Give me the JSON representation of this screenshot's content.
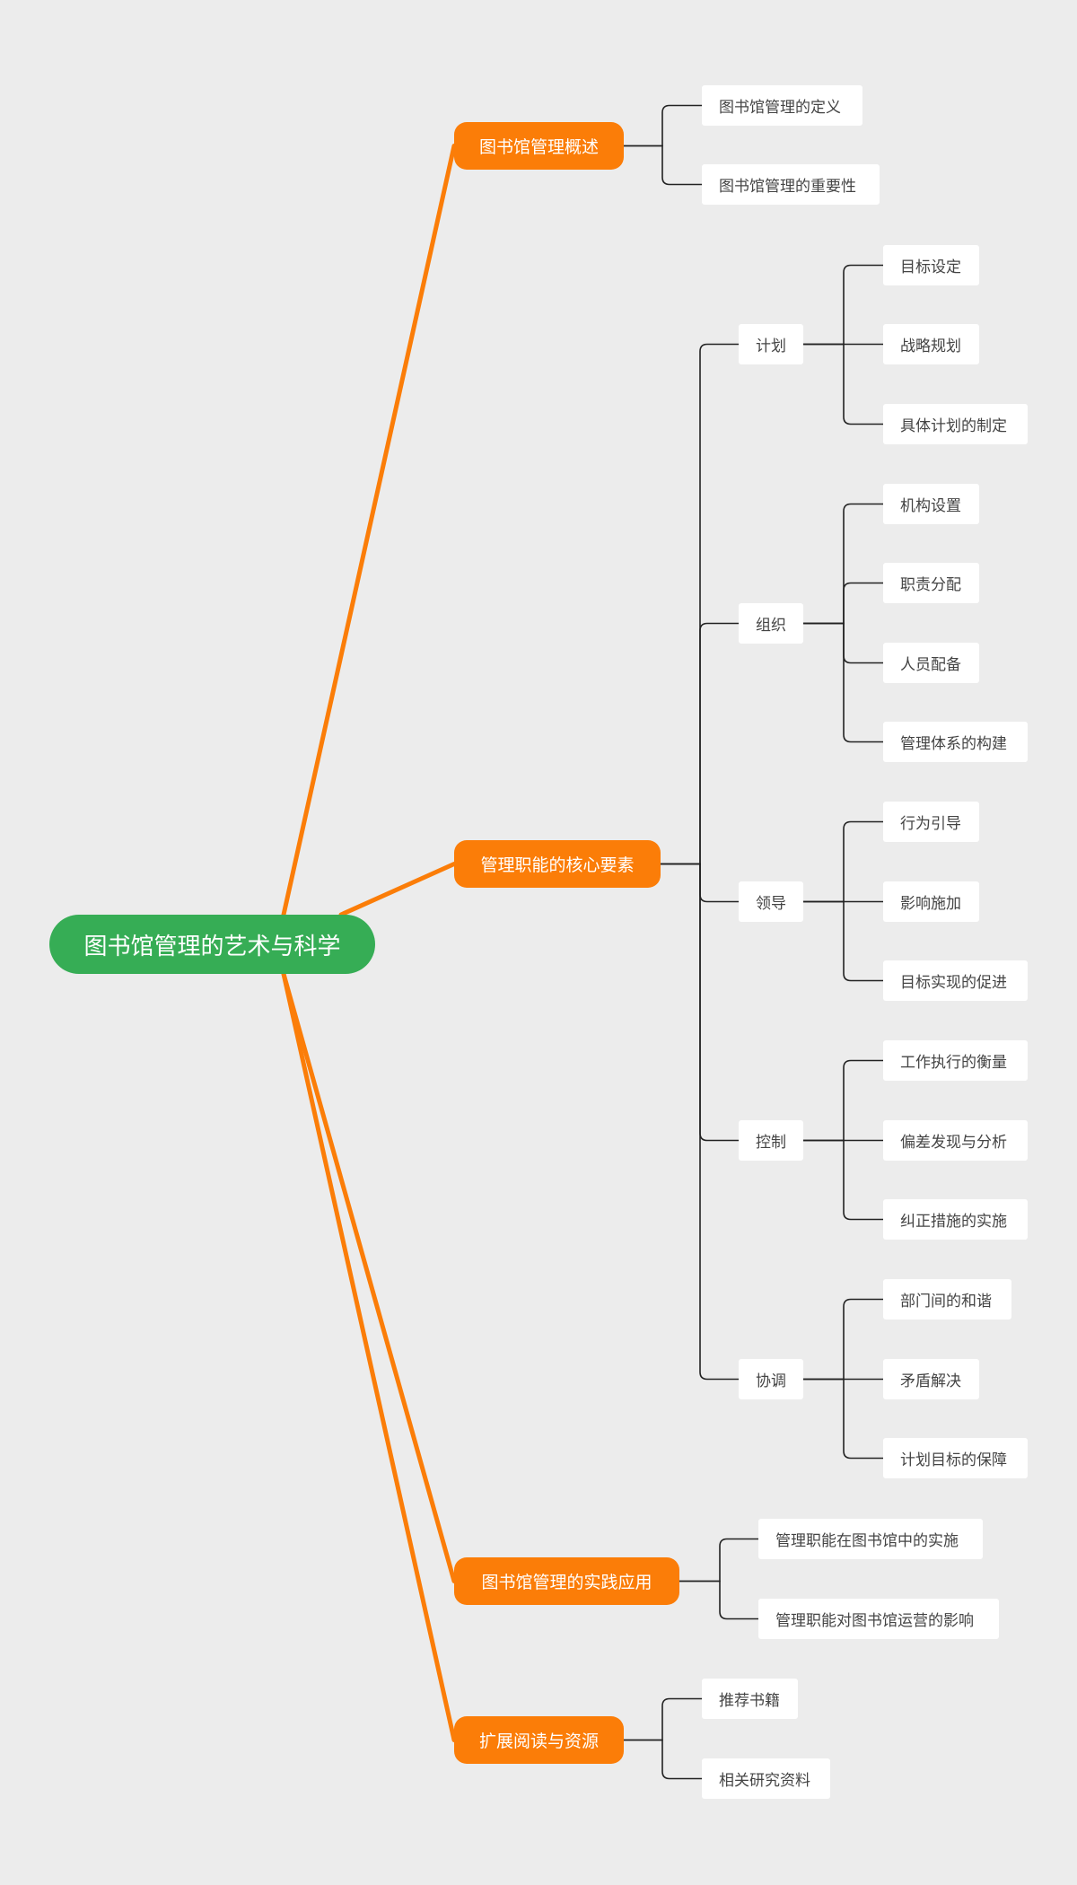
{
  "root": {
    "label": "图书馆管理的艺术与科学",
    "color": "#36ad55"
  },
  "colors": {
    "background": "#ececec",
    "branch": "#fb7d08",
    "connector": "#222222",
    "node_text": "#444444"
  },
  "branches": [
    {
      "label": "图书馆管理概述",
      "children": [
        {
          "label": "图书馆管理的定义"
        },
        {
          "label": "图书馆管理的重要性"
        }
      ]
    },
    {
      "label": "管理职能的核心要素",
      "children": [
        {
          "label": "计划",
          "children": [
            {
              "label": "目标设定"
            },
            {
              "label": "战略规划"
            },
            {
              "label": "具体计划的制定"
            }
          ]
        },
        {
          "label": "组织",
          "children": [
            {
              "label": "机构设置"
            },
            {
              "label": "职责分配"
            },
            {
              "label": "人员配备"
            },
            {
              "label": "管理体系的构建"
            }
          ]
        },
        {
          "label": "领导",
          "children": [
            {
              "label": "行为引导"
            },
            {
              "label": "影响施加"
            },
            {
              "label": "目标实现的促进"
            }
          ]
        },
        {
          "label": "控制",
          "children": [
            {
              "label": "工作执行的衡量"
            },
            {
              "label": "偏差发现与分析"
            },
            {
              "label": "纠正措施的实施"
            }
          ]
        },
        {
          "label": "协调",
          "children": [
            {
              "label": "部门间的和谐"
            },
            {
              "label": "矛盾解决"
            },
            {
              "label": "计划目标的保障"
            }
          ]
        }
      ]
    },
    {
      "label": "图书馆管理的实践应用",
      "children": [
        {
          "label": "管理职能在图书馆中的实施"
        },
        {
          "label": "管理职能对图书馆运营的影响"
        }
      ]
    },
    {
      "label": "扩展阅读与资源",
      "children": [
        {
          "label": "推荐书籍"
        },
        {
          "label": "相关研究资料"
        }
      ]
    }
  ]
}
